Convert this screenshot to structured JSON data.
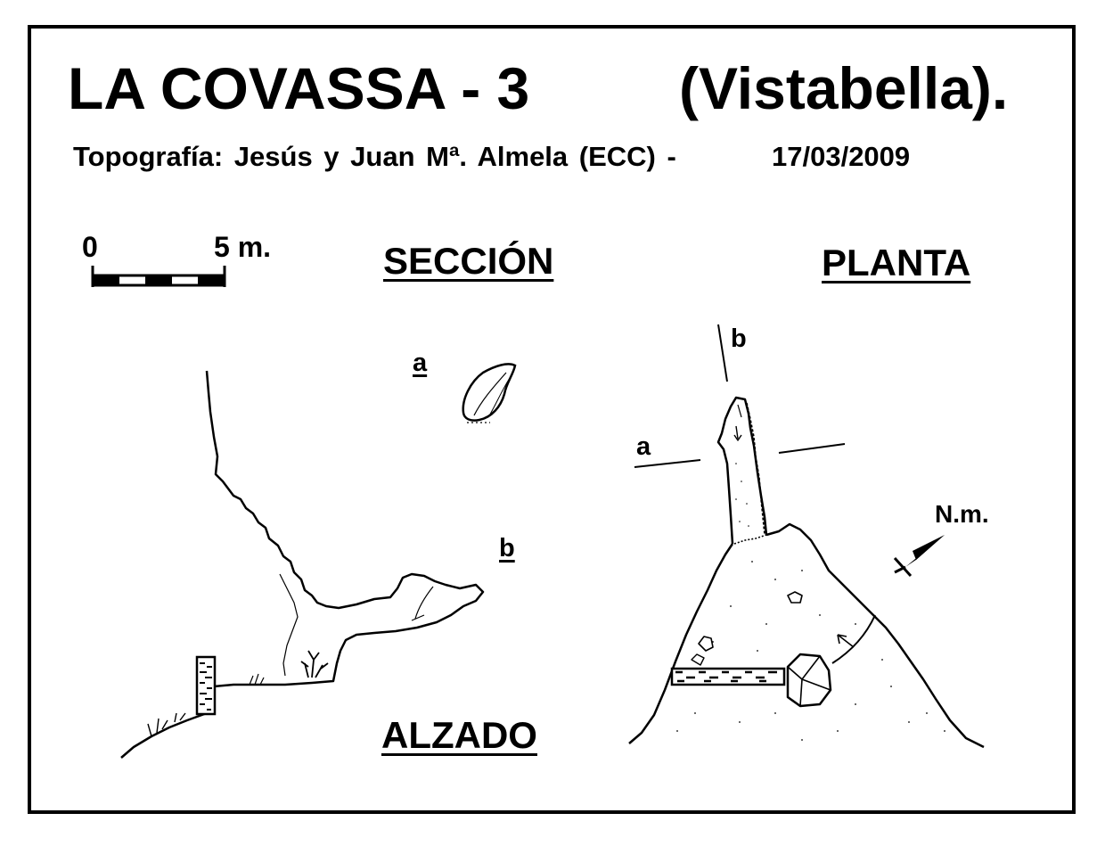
{
  "title": {
    "main": "LA  COVASSA - 3",
    "place": "(Vistabella)."
  },
  "credits": {
    "text": "Topografía:  Jesús  y  Juan Mª. Almela  (ECC)    -",
    "date": "17/03/2009"
  },
  "scale_bar": {
    "start_label": "0",
    "end_label": "5 m."
  },
  "headings": {
    "section": "SECCIÓN",
    "plan": "PLANTA",
    "elevation": "ALZADO"
  },
  "section_labels": {
    "a": "a",
    "b": "b"
  },
  "plan_labels": {
    "a": "a",
    "b": "b",
    "north": "N.m."
  },
  "colors": {
    "ink": "#000000",
    "paper": "#ffffff"
  },
  "icons": {
    "north_arrow": "north-arrow-icon"
  }
}
